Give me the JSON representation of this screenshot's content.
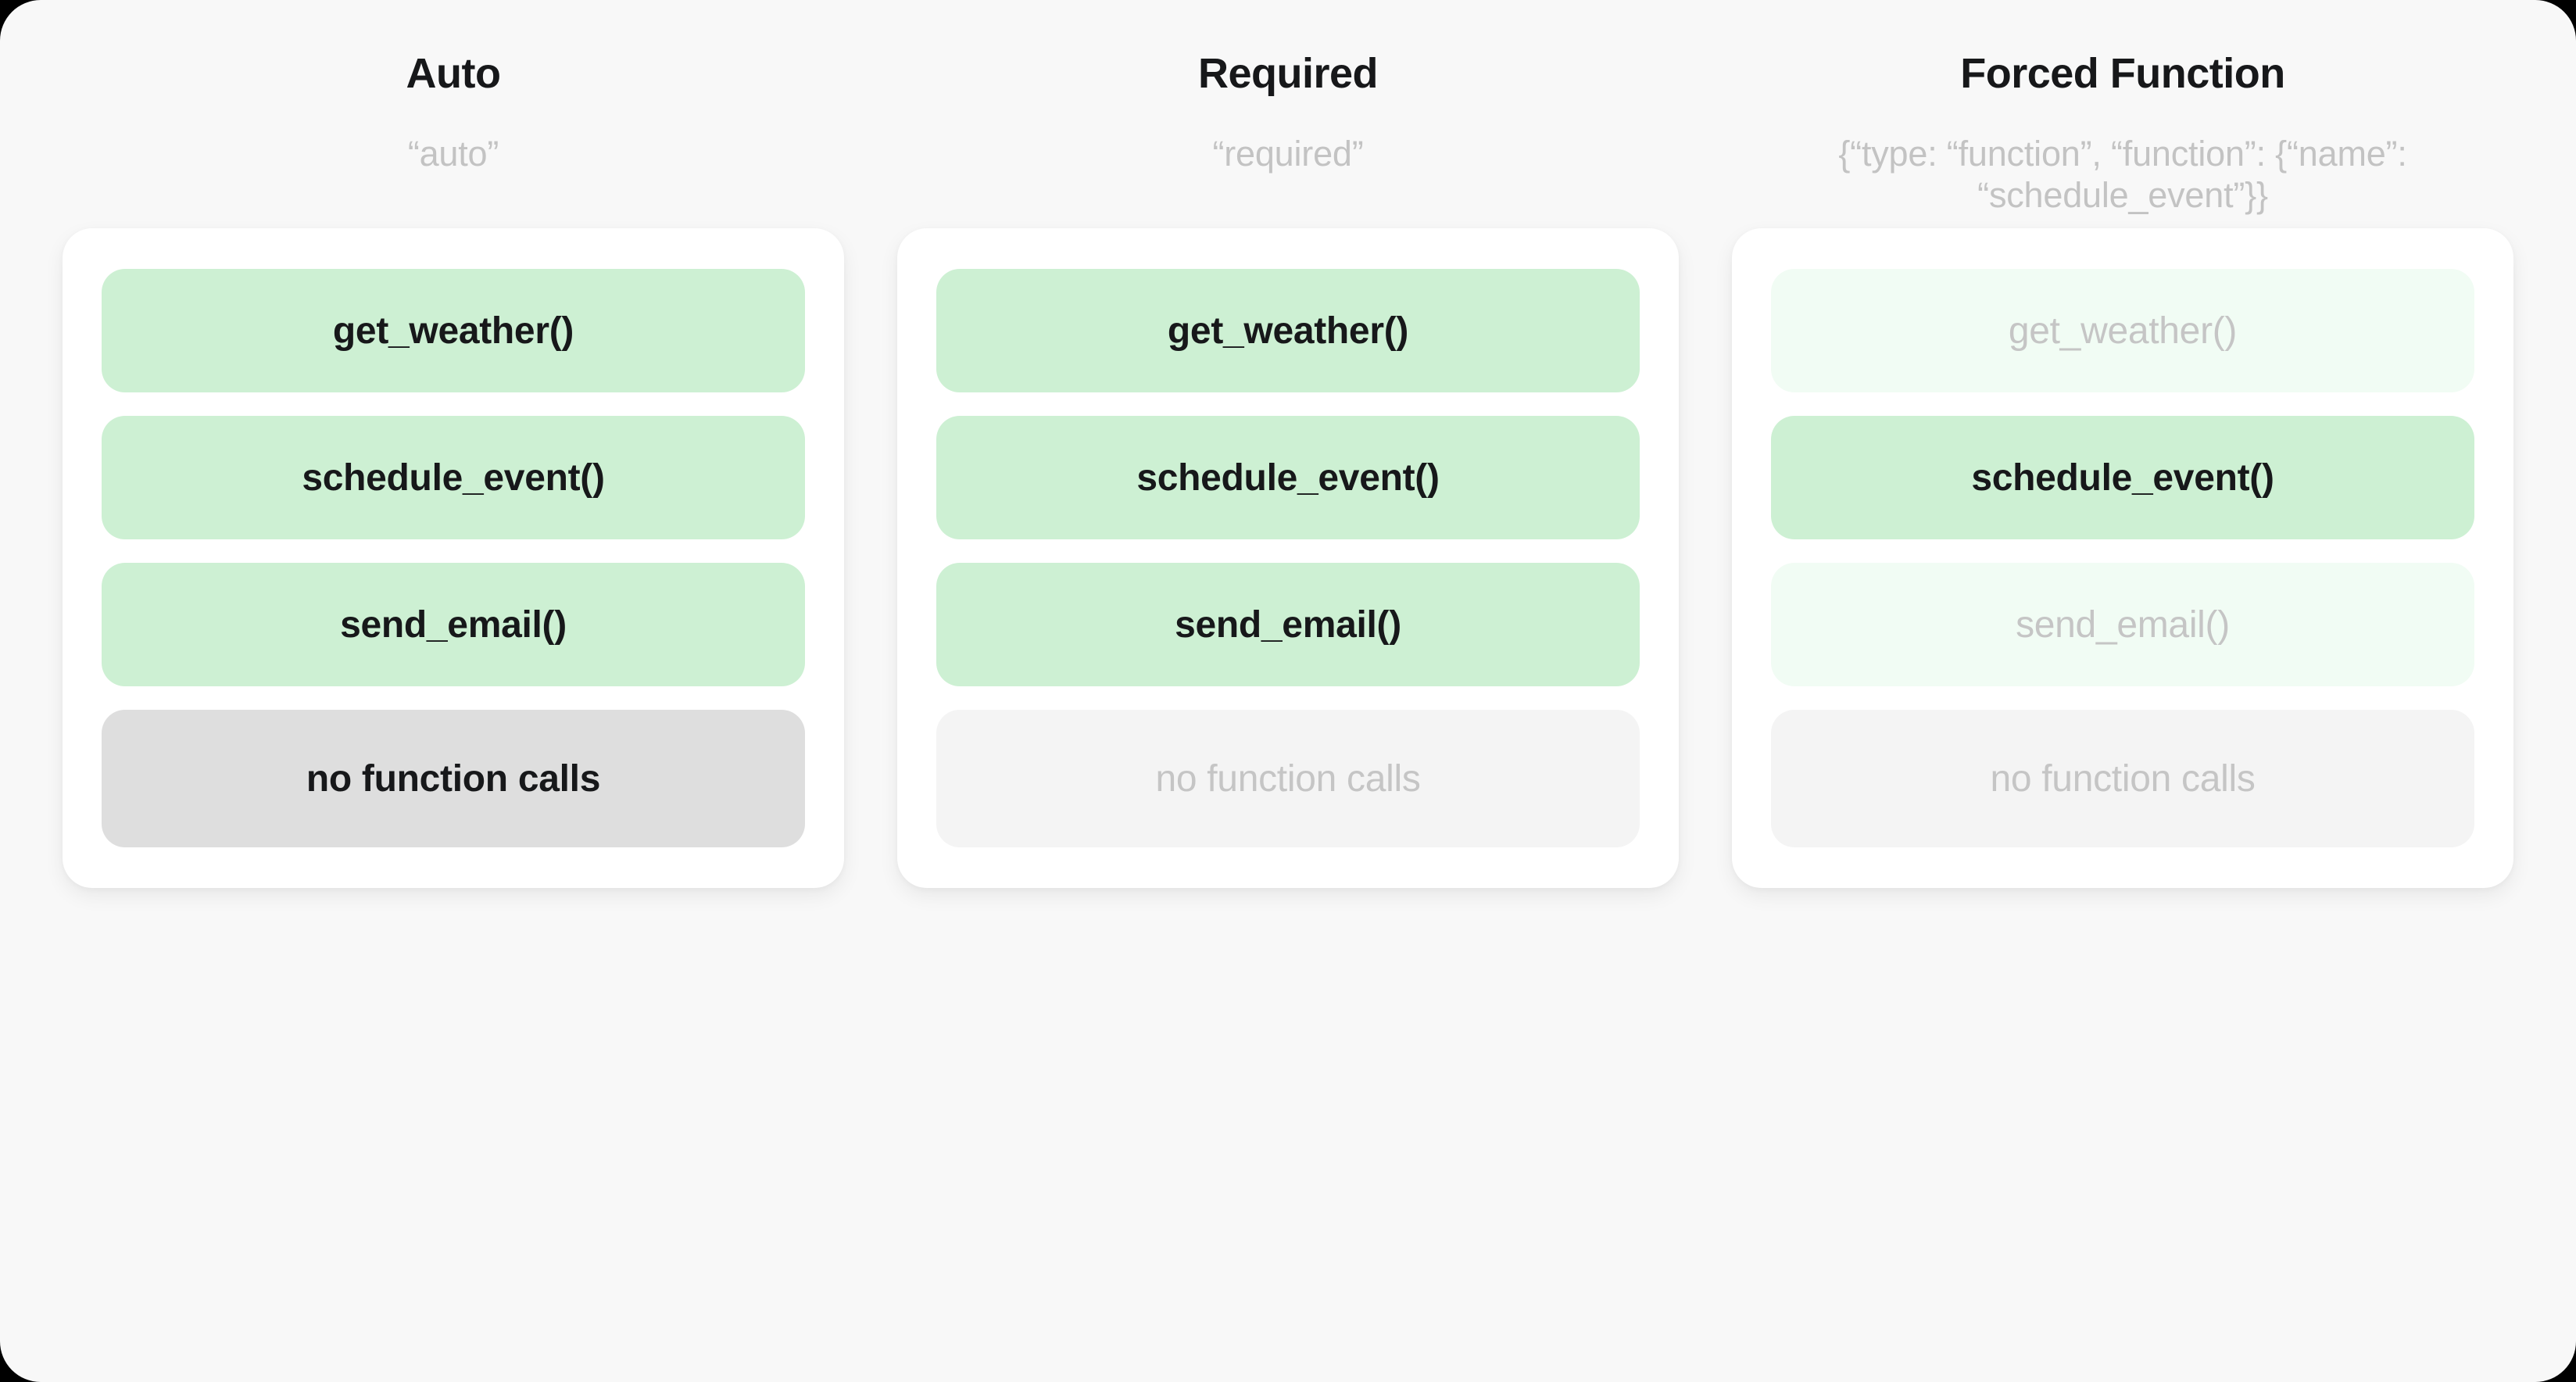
{
  "page": {
    "background_color": "#000000",
    "canvas_color": "#f8f8f8"
  },
  "palette": {
    "green_active_bg": "#cdf0d3",
    "green_muted_bg": "#f1fcf4",
    "gray_active_bg": "#dedede",
    "gray_muted_bg": "#f4f4f4",
    "text_active": "#17181a",
    "text_muted": "#c5c5c5",
    "subtitle": "#c3c3c3",
    "card_bg": "#ffffff"
  },
  "columns": [
    {
      "title": "Auto",
      "subtitle": "“auto”",
      "items": [
        {
          "label": "get_weather()",
          "state": "green-active"
        },
        {
          "label": "schedule_event()",
          "state": "green-active"
        },
        {
          "label": "send_email()",
          "state": "green-active"
        },
        {
          "label": "no function calls",
          "state": "gray-active"
        }
      ]
    },
    {
      "title": "Required",
      "subtitle": "“required”",
      "items": [
        {
          "label": "get_weather()",
          "state": "green-active"
        },
        {
          "label": "schedule_event()",
          "state": "green-active"
        },
        {
          "label": "send_email()",
          "state": "green-active"
        },
        {
          "label": "no function calls",
          "state": "gray-muted"
        }
      ]
    },
    {
      "title": "Forced Function",
      "subtitle": "{“type: “function”, “function”: {“name”: “schedule_event”}}",
      "items": [
        {
          "label": "get_weather()",
          "state": "green-muted"
        },
        {
          "label": "schedule_event()",
          "state": "green-active"
        },
        {
          "label": "send_email()",
          "state": "green-muted"
        },
        {
          "label": "no function calls",
          "state": "gray-muted"
        }
      ]
    }
  ]
}
